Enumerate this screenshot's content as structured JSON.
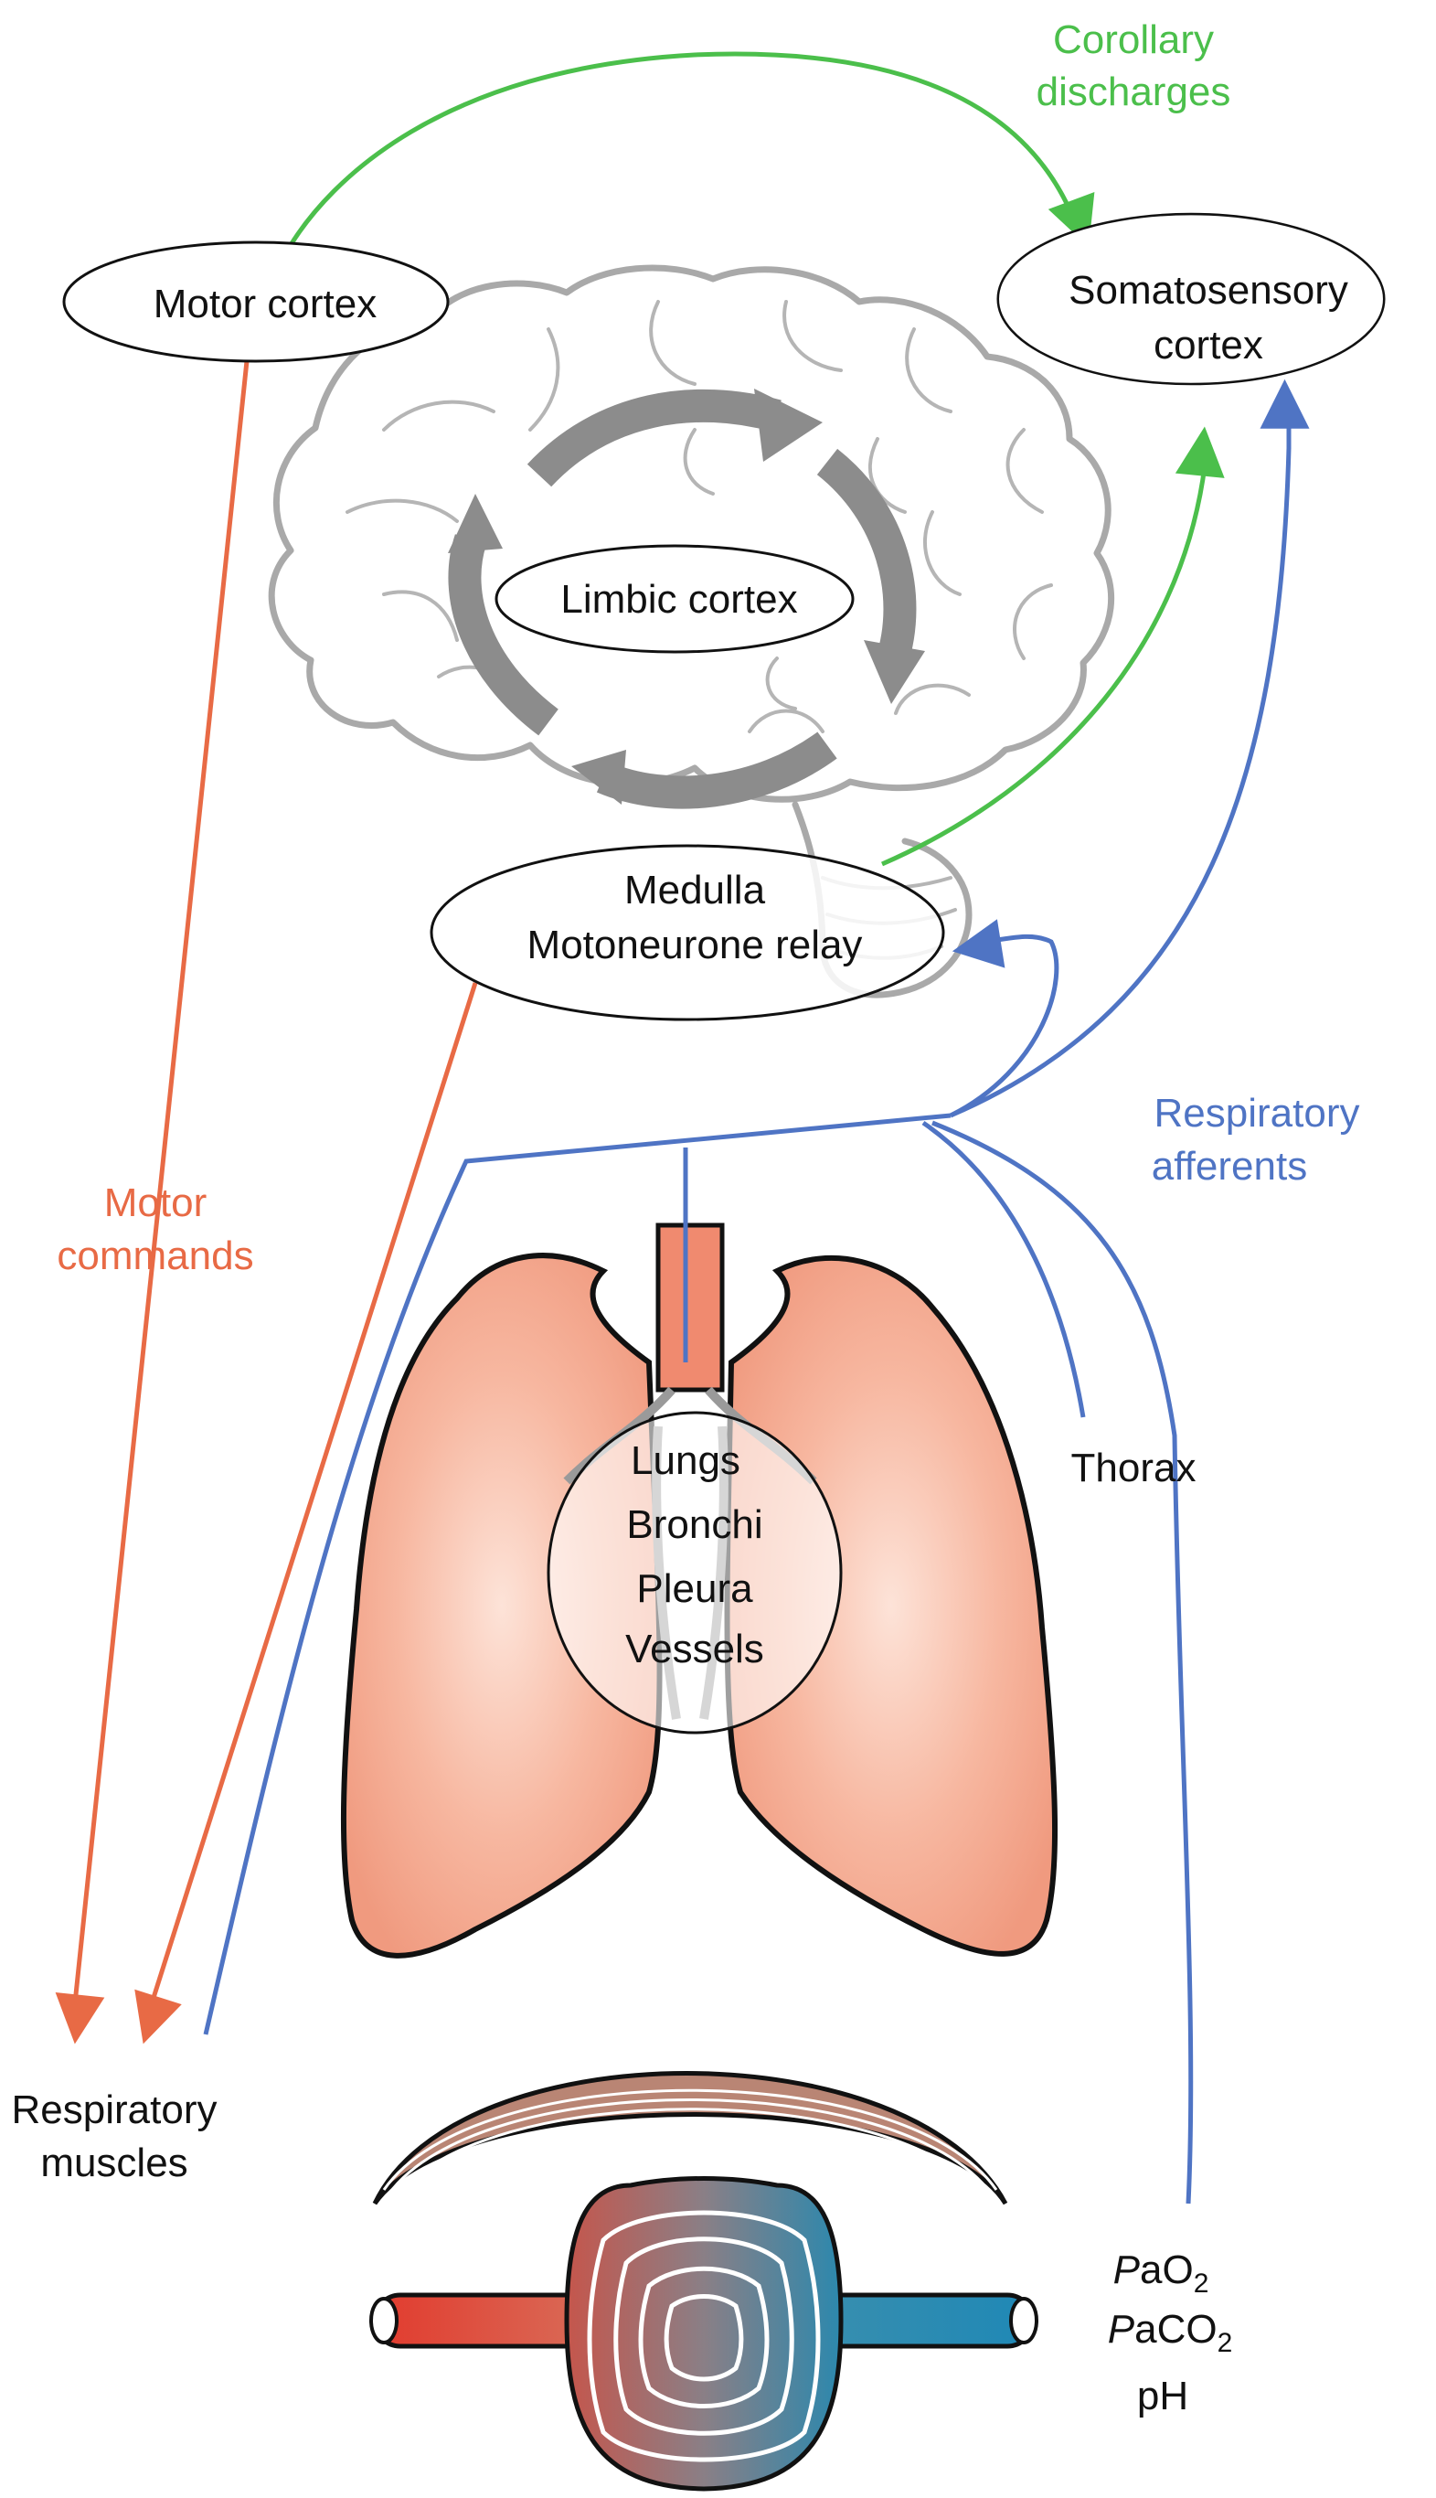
{
  "nodes": {
    "motor_cortex": "Motor cortex",
    "somatosensory_line1": "Somatosensory",
    "somatosensory_line2": "cortex",
    "limbic_cortex": "Limbic cortex",
    "medulla_line1": "Medulla",
    "medulla_line2": "Motoneurone relay",
    "lungs_line1": "Lungs",
    "lungs_line2": "Bronchi",
    "lungs_line3": "Pleura",
    "lungs_line4": "Vessels",
    "thorax": "Thorax",
    "resp_muscles_line1": "Respiratory",
    "resp_muscles_line2": "muscles"
  },
  "pathways": {
    "motor_commands_line1": "Motor",
    "motor_commands_line2": "commands",
    "corollary_line1": "Corollary",
    "corollary_line2": "discharges",
    "afferents_line1": "Respiratory",
    "afferents_line2": "afferents"
  },
  "blood_gases": {
    "pao2_italic": "P",
    "pao2_main": "aO",
    "pao2_sub": "2",
    "paco2_italic": "P",
    "paco2_main": "aCO",
    "paco2_sub": "2",
    "ph": "pH"
  },
  "colors": {
    "motor": "#e86a45",
    "corollary": "#4bbf4b",
    "afferent": "#4f74c4",
    "brain": "#a9a9a9",
    "lung_fill": "#f4a68c",
    "diaphragm": "#b98574"
  },
  "icons": [
    "brain-icon",
    "lungs-icon",
    "diaphragm-icon",
    "alveolus-capillary-icon"
  ]
}
